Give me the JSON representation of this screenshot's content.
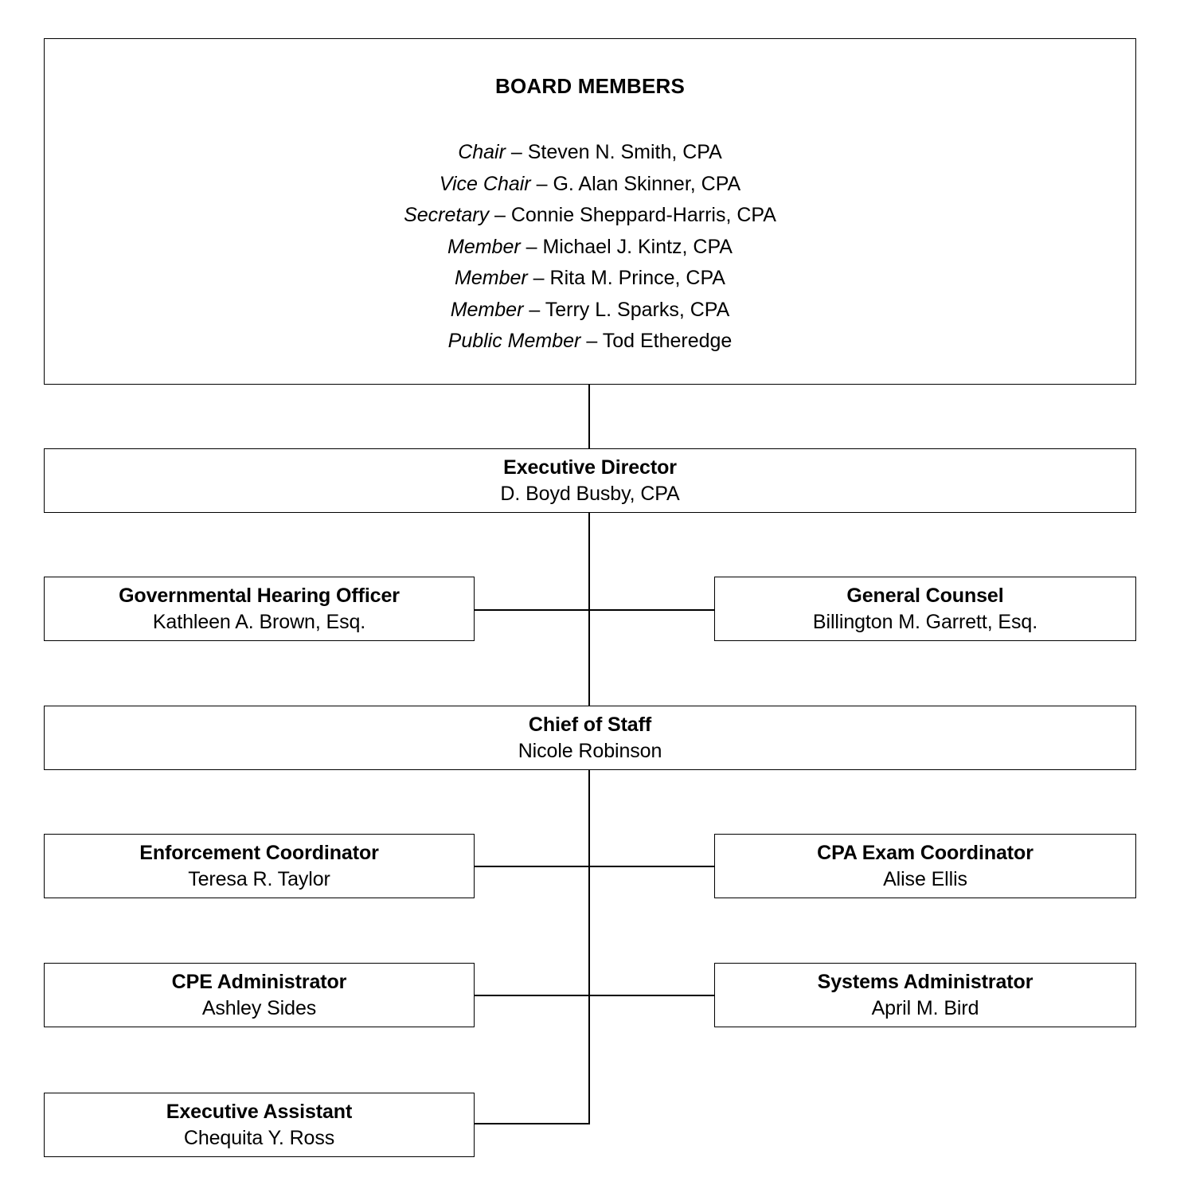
{
  "document": {
    "type": "organizational-chart",
    "background_color": "#ffffff",
    "line_color": "#000000",
    "text_color": "#000000"
  },
  "board": {
    "heading": "BOARD MEMBERS",
    "members": [
      {
        "role": "Chair",
        "dash": " – ",
        "name": "Steven N. Smith, CPA"
      },
      {
        "role": "Vice Chair",
        "dash": " – ",
        "name": "G. Alan Skinner, CPA"
      },
      {
        "role": "Secretary",
        "dash": " – ",
        "name": "Connie Sheppard-Harris, CPA"
      },
      {
        "role": "Member",
        "dash": " – ",
        "name": "Michael J. Kintz, CPA"
      },
      {
        "role": "Member",
        "dash": " – ",
        "name": "Rita M. Prince, CPA"
      },
      {
        "role": "Member",
        "dash": " – ",
        "name": "Terry L. Sparks, CPA"
      },
      {
        "role": "Public Member",
        "dash": " – ",
        "name": "Tod Etheredge"
      }
    ]
  },
  "nodes": {
    "executive_director": {
      "title": "Executive Director",
      "person": "D. Boyd Busby, CPA"
    },
    "governmental_hearing_officer": {
      "title": "Governmental Hearing Officer",
      "person": "Kathleen A. Brown, Esq."
    },
    "general_counsel": {
      "title": "General Counsel",
      "person": "Billington M. Garrett, Esq."
    },
    "chief_of_staff": {
      "title": "Chief of Staff",
      "person": "Nicole Robinson"
    },
    "enforcement_coordinator": {
      "title": "Enforcement Coordinator",
      "person": "Teresa R. Taylor"
    },
    "cpa_exam_coordinator": {
      "title": "CPA Exam Coordinator",
      "person": "Alise Ellis"
    },
    "cpe_administrator": {
      "title": "CPE Administrator",
      "person": "Ashley Sides"
    },
    "systems_administrator": {
      "title": "Systems Administrator",
      "person": "April M. Bird"
    },
    "executive_assistant": {
      "title": "Executive Assistant",
      "person": "Chequita Y. Ross"
    }
  }
}
